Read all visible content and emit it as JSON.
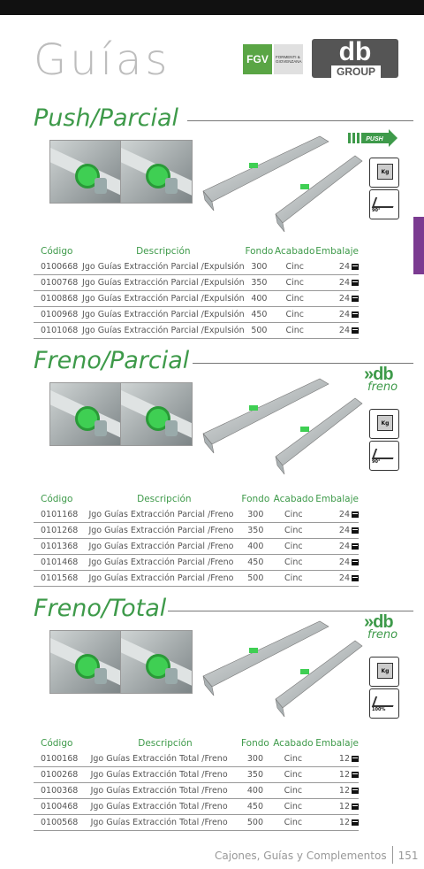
{
  "header": {
    "title": "Guías",
    "logo_fgv": {
      "mark": "FGV",
      "text": "FORMENTI & GIOVENZANA"
    },
    "logo_db": {
      "mark": "db",
      "text": "GROUP"
    }
  },
  "columns": [
    "Código",
    "Descripción",
    "Fondo",
    "Acabado",
    "Embalaje"
  ],
  "sections": [
    {
      "title": "Push/Parcial",
      "badge": "PUSH",
      "icon_kg": "Kg",
      "icon_deg": "90°",
      "rows": [
        {
          "code": "0100668",
          "desc": "Jgo Guías Extracción Parcial /Expulsión",
          "depth": "300",
          "finish": "Cinc",
          "pack": "24"
        },
        {
          "code": "0100768",
          "desc": "Jgo Guías Extracción Parcial /Expulsión",
          "depth": "350",
          "finish": "Cinc",
          "pack": "24"
        },
        {
          "code": "0100868",
          "desc": "Jgo Guías Extracción Parcial /Expulsión",
          "depth": "400",
          "finish": "Cinc",
          "pack": "24"
        },
        {
          "code": "0100968",
          "desc": "Jgo Guías Extracción Parcial /Expulsión",
          "depth": "450",
          "finish": "Cinc",
          "pack": "24"
        },
        {
          "code": "0101068",
          "desc": "Jgo Guías Extracción Parcial /Expulsión",
          "depth": "500",
          "finish": "Cinc",
          "pack": "24"
        }
      ]
    },
    {
      "title": "Freno/Parcial",
      "badge": "freno",
      "icon_kg": "Kg",
      "icon_deg": "90°",
      "rows": [
        {
          "code": "0101168",
          "desc": "Jgo Guías Extracción Parcial /Freno",
          "depth": "300",
          "finish": "Cinc",
          "pack": "24"
        },
        {
          "code": "0101268",
          "desc": "Jgo Guías Extracción Parcial /Freno",
          "depth": "350",
          "finish": "Cinc",
          "pack": "24"
        },
        {
          "code": "0101368",
          "desc": "Jgo Guías Extracción Parcial /Freno",
          "depth": "400",
          "finish": "Cinc",
          "pack": "24"
        },
        {
          "code": "0101468",
          "desc": "Jgo Guías Extracción Parcial /Freno",
          "depth": "450",
          "finish": "Cinc",
          "pack": "24"
        },
        {
          "code": "0101568",
          "desc": "Jgo Guías Extracción Parcial /Freno",
          "depth": "500",
          "finish": "Cinc",
          "pack": "24"
        }
      ]
    },
    {
      "title": "Freno/Total",
      "badge": "freno",
      "icon_kg": "Kg",
      "icon_deg": "100%",
      "rows": [
        {
          "code": "0100168",
          "desc": "Jgo Guías Extracción Total /Freno",
          "depth": "300",
          "finish": "Cinc",
          "pack": "12"
        },
        {
          "code": "0100268",
          "desc": "Jgo Guías Extracción Total /Freno",
          "depth": "350",
          "finish": "Cinc",
          "pack": "12"
        },
        {
          "code": "0100368",
          "desc": "Jgo Guías Extracción Total /Freno",
          "depth": "400",
          "finish": "Cinc",
          "pack": "12"
        },
        {
          "code": "0100468",
          "desc": "Jgo Guías Extracción Total /Freno",
          "depth": "450",
          "finish": "Cinc",
          "pack": "12"
        },
        {
          "code": "0100568",
          "desc": "Jgo Guías Extracción Total /Freno",
          "depth": "500",
          "finish": "Cinc",
          "pack": "12"
        }
      ]
    }
  ],
  "footer": {
    "text": "Cajones, Guías y Complementos",
    "page": "151"
  },
  "colors": {
    "accent": "#3e9a4a",
    "tab": "#7b3b91"
  }
}
